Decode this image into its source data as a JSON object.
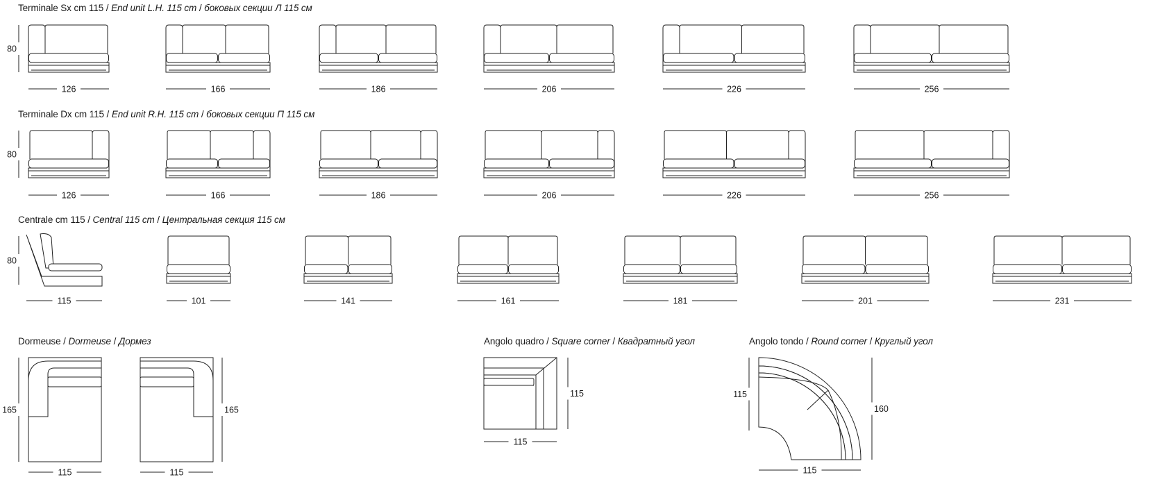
{
  "sections": {
    "end_left": {
      "title_it": "Terminale Sx cm 115",
      "title_en": "End unit L.H. 115 cm",
      "title_ru": "боковых секции Л 115 см",
      "height": "80",
      "widths": [
        "126",
        "166",
        "186",
        "206",
        "226",
        "256"
      ]
    },
    "end_right": {
      "title_it": "Terminale Dx cm 115",
      "title_en": "End unit R.H. 115 cm",
      "title_ru": "боковых секции П 115 см",
      "height": "80",
      "widths": [
        "126",
        "166",
        "186",
        "206",
        "226",
        "256"
      ]
    },
    "central": {
      "title_it": "Centrale cm 115",
      "title_en": "Central 115 cm",
      "title_ru": "Центральная секция 115 см",
      "height": "80",
      "widths": [
        "115",
        "101",
        "141",
        "161",
        "181",
        "201",
        "231"
      ]
    },
    "dormeuse": {
      "title_it": "Dormeuse",
      "title_en": "Dormeuse",
      "title_ru": "Дормез",
      "depth": "165",
      "width": "115"
    },
    "square_corner": {
      "title_it": "Angolo quadro",
      "title_en": "Square corner",
      "title_ru": "Квадратный угол",
      "side": "115",
      "width": "115"
    },
    "round_corner": {
      "title_it": "Angolo tondo",
      "title_en": "Round corner",
      "title_ru": "Круглый угол",
      "inner": "115",
      "outer": "160",
      "width": "115"
    }
  }
}
